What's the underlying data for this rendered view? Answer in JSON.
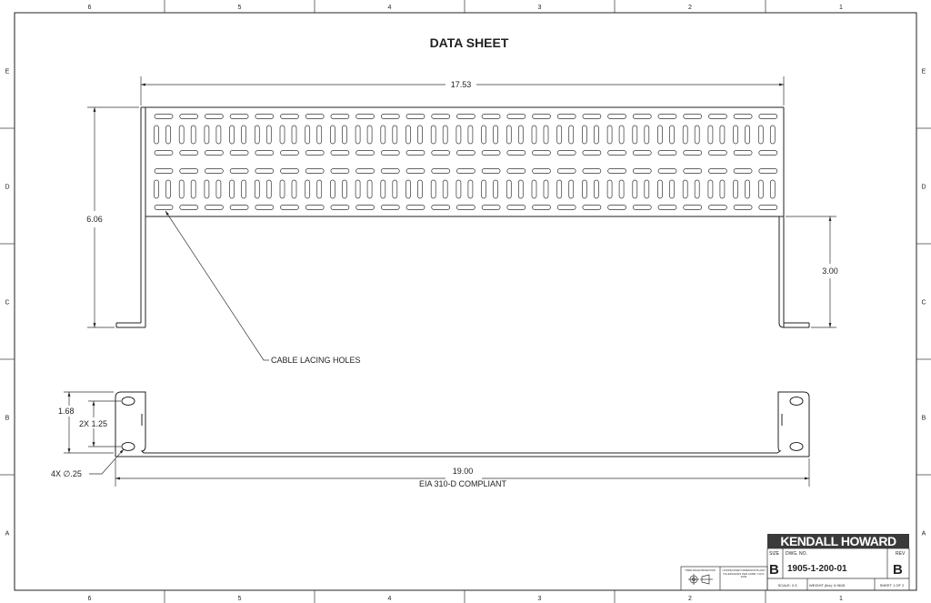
{
  "title": "DATA SHEET",
  "zones": {
    "columns": [
      "6",
      "5",
      "4",
      "3",
      "2",
      "1"
    ],
    "rows": [
      "E",
      "D",
      "C",
      "B",
      "A"
    ]
  },
  "dimensions": {
    "top_width": "17.53",
    "height": "6.06",
    "flange_height": "3.00",
    "front_height": "1.68",
    "hole_spacing": "2X 1.25",
    "hole_diameter": "4X ∅.25",
    "front_width": "19.00",
    "compliance": "EIA 310-D COMPLIANT"
  },
  "callouts": {
    "lacing_holes": "CABLE LACING HOLES"
  },
  "title_block": {
    "company": "KENDALL HOWARD",
    "size_label": "SIZE",
    "size": "B",
    "dwg_label": "DWG. NO.",
    "dwg_no": "1905-1-200-01",
    "rev_label": "REV",
    "rev": "B",
    "scale": "SCALE: 2:3",
    "weight": "WEIGHT (lbs): 0.9615",
    "sheet": "SHEET 1 OF 2",
    "projection": "THIRD ANGLE PROJECTION",
    "tolerance_note": "UNSPECIFIED DIMENSIONS AND TOLERANCES PER ASME Y14.5-2009"
  },
  "colors": {
    "line": "#222222",
    "logo_bg": "#3a3a3a"
  }
}
